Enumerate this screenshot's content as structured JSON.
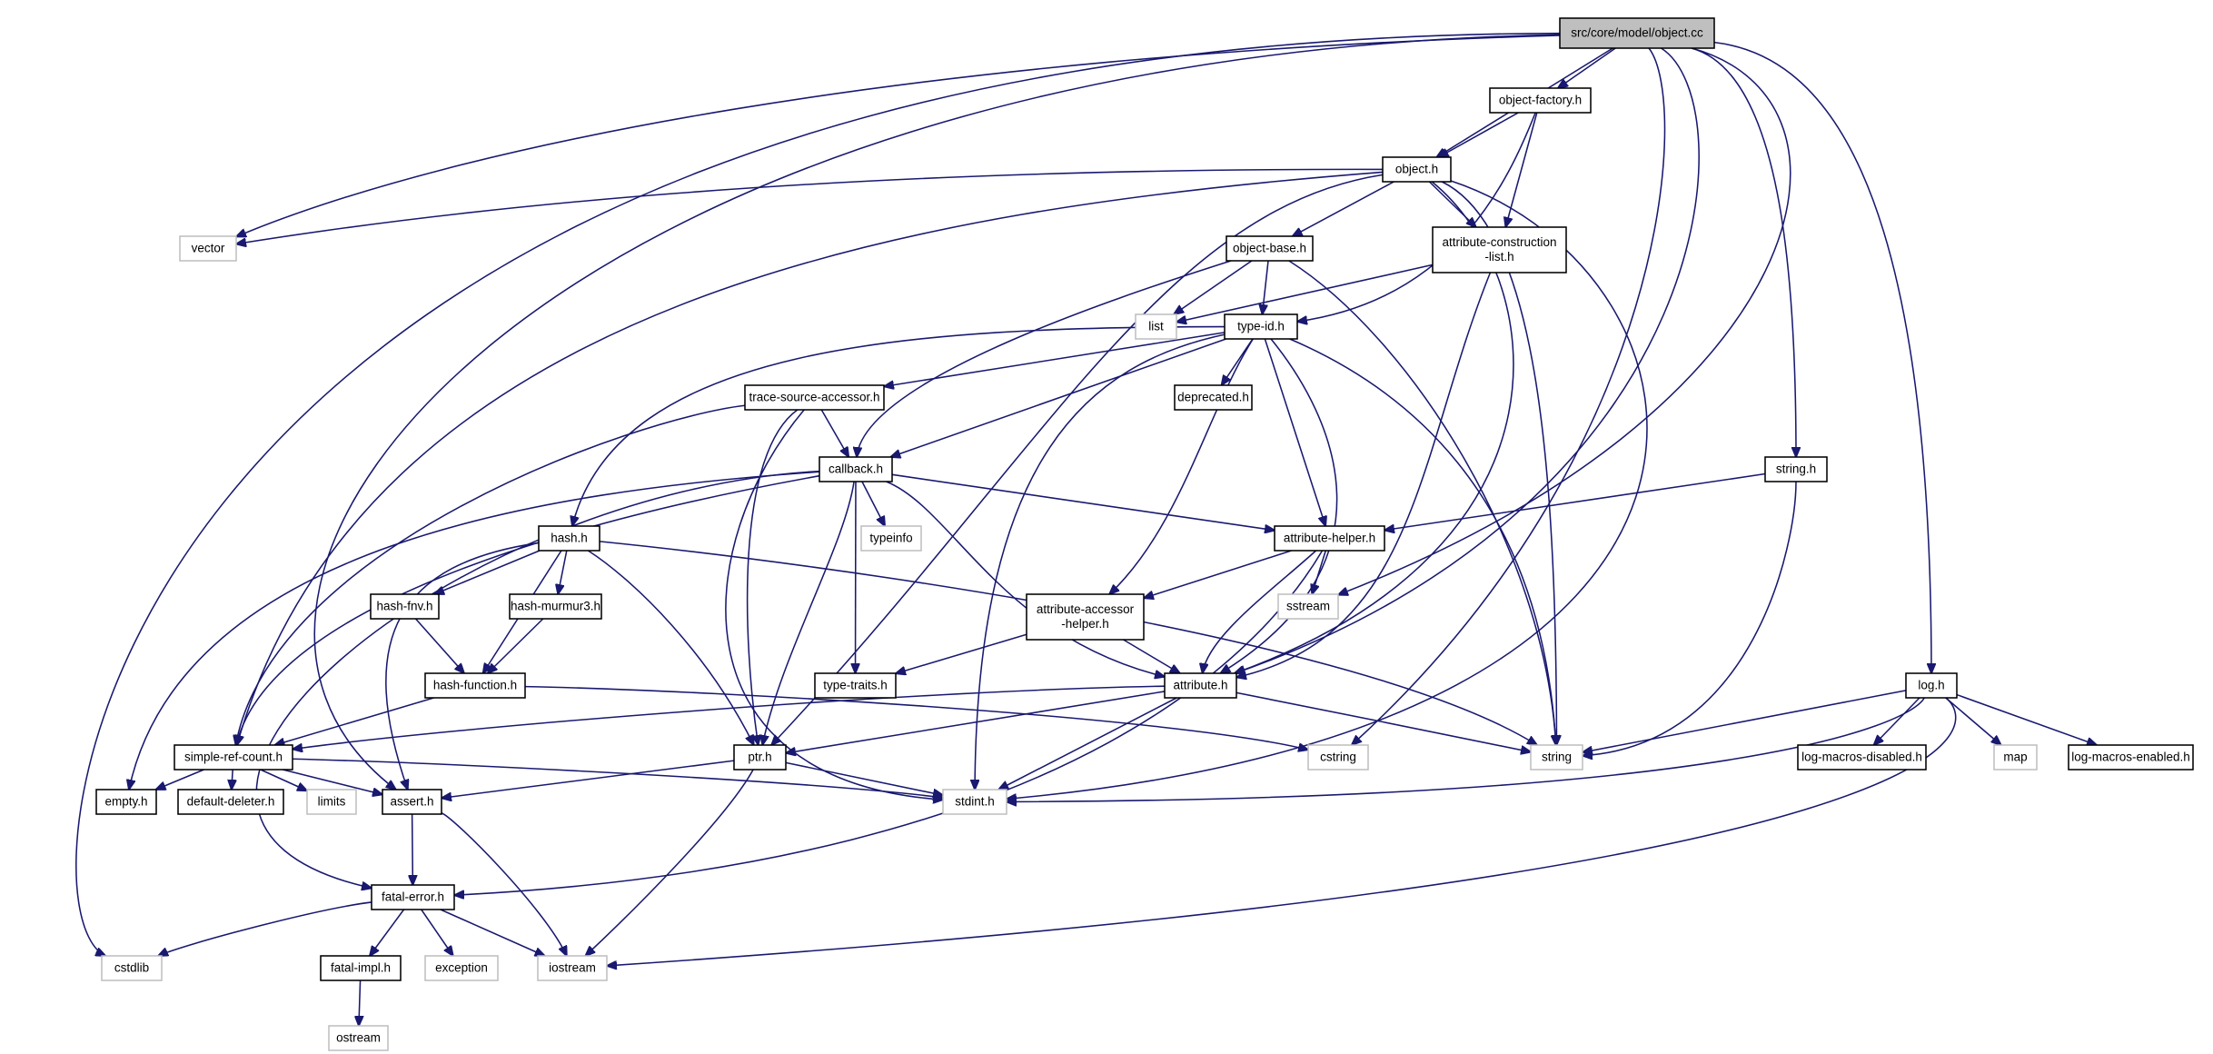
{
  "colors": {
    "edge": "#191970",
    "node_border": "#000000",
    "system_border": "#bfbfbf",
    "focus_fill": "#bfbfbf",
    "node_fill": "#ffffff",
    "text": "#000000"
  },
  "nodes": [
    {
      "id": "object_cc",
      "label": "src/core/model/object.cc",
      "kind": "focus"
    },
    {
      "id": "object_factory_h",
      "label": "object-factory.h",
      "kind": "header"
    },
    {
      "id": "object_h",
      "label": "object.h",
      "kind": "header"
    },
    {
      "id": "vector",
      "label": "vector",
      "kind": "system"
    },
    {
      "id": "object_base_h",
      "label": "object-base.h",
      "kind": "header"
    },
    {
      "id": "attribute_construction_list_h",
      "label": [
        "attribute-construction",
        "-list.h"
      ],
      "kind": "header"
    },
    {
      "id": "list",
      "label": "list",
      "kind": "system"
    },
    {
      "id": "type_id_h",
      "label": "type-id.h",
      "kind": "header"
    },
    {
      "id": "trace_source_accessor_h",
      "label": "trace-source-accessor.h",
      "kind": "header"
    },
    {
      "id": "deprecated_h",
      "label": "deprecated.h",
      "kind": "header"
    },
    {
      "id": "callback_h",
      "label": "callback.h",
      "kind": "header"
    },
    {
      "id": "string_h",
      "label": "string.h",
      "kind": "header"
    },
    {
      "id": "typeinfo",
      "label": "typeinfo",
      "kind": "system"
    },
    {
      "id": "hash_h",
      "label": "hash.h",
      "kind": "header"
    },
    {
      "id": "attribute_helper_h",
      "label": "attribute-helper.h",
      "kind": "header"
    },
    {
      "id": "hash_fnv_h",
      "label": "hash-fnv.h",
      "kind": "header"
    },
    {
      "id": "hash_murmur3_h",
      "label": "hash-murmur3.h",
      "kind": "header"
    },
    {
      "id": "sstream",
      "label": "sstream",
      "kind": "system"
    },
    {
      "id": "attribute_accessor_helper_h",
      "label": [
        "attribute-accessor",
        "-helper.h"
      ],
      "kind": "header"
    },
    {
      "id": "hash_function_h",
      "label": "hash-function.h",
      "kind": "header"
    },
    {
      "id": "type_traits_h",
      "label": "type-traits.h",
      "kind": "header"
    },
    {
      "id": "attribute_h",
      "label": "attribute.h",
      "kind": "header"
    },
    {
      "id": "log_h",
      "label": "log.h",
      "kind": "header"
    },
    {
      "id": "simple_ref_count_h",
      "label": "simple-ref-count.h",
      "kind": "header"
    },
    {
      "id": "ptr_h",
      "label": "ptr.h",
      "kind": "header"
    },
    {
      "id": "cstring",
      "label": "cstring",
      "kind": "system"
    },
    {
      "id": "string",
      "label": "string",
      "kind": "system"
    },
    {
      "id": "log_macros_disabled_h",
      "label": "log-macros-disabled.h",
      "kind": "header"
    },
    {
      "id": "map",
      "label": "map",
      "kind": "system"
    },
    {
      "id": "log_macros_enabled_h",
      "label": "log-macros-enabled.h",
      "kind": "header"
    },
    {
      "id": "empty_h",
      "label": "empty.h",
      "kind": "header"
    },
    {
      "id": "default_deleter_h",
      "label": "default-deleter.h",
      "kind": "header"
    },
    {
      "id": "limits",
      "label": "limits",
      "kind": "system"
    },
    {
      "id": "assert_h",
      "label": "assert.h",
      "kind": "header"
    },
    {
      "id": "stdint_h",
      "label": "stdint.h",
      "kind": "system"
    },
    {
      "id": "fatal_error_h",
      "label": "fatal-error.h",
      "kind": "header"
    },
    {
      "id": "cstdlib",
      "label": "cstdlib",
      "kind": "system"
    },
    {
      "id": "fatal_impl_h",
      "label": "fatal-impl.h",
      "kind": "header"
    },
    {
      "id": "exception",
      "label": "exception",
      "kind": "system"
    },
    {
      "id": "iostream",
      "label": "iostream",
      "kind": "system"
    },
    {
      "id": "ostream",
      "label": "ostream",
      "kind": "system"
    }
  ],
  "edges": [
    [
      "object_cc",
      "object_factory_h"
    ],
    [
      "object_cc",
      "object_h"
    ],
    [
      "object_cc",
      "vector"
    ],
    [
      "object_cc",
      "cstdlib"
    ],
    [
      "object_cc",
      "assert_h"
    ],
    [
      "object_cc",
      "string_h"
    ],
    [
      "object_cc",
      "log_h"
    ],
    [
      "object_cc",
      "cstring"
    ],
    [
      "object_cc",
      "sstream"
    ],
    [
      "object_cc",
      "attribute_h"
    ],
    [
      "object_factory_h",
      "object_h"
    ],
    [
      "object_factory_h",
      "attribute_construction_list_h"
    ],
    [
      "object_factory_h",
      "type_id_h"
    ],
    [
      "object_h",
      "vector"
    ],
    [
      "object_h",
      "object_base_h"
    ],
    [
      "object_h",
      "attribute_construction_list_h"
    ],
    [
      "object_h",
      "ptr_h"
    ],
    [
      "object_h",
      "simple_ref_count_h"
    ],
    [
      "object_h",
      "attribute_h"
    ],
    [
      "object_h",
      "string"
    ],
    [
      "object_h",
      "stdint_h"
    ],
    [
      "object_base_h",
      "list"
    ],
    [
      "object_base_h",
      "type_id_h"
    ],
    [
      "object_base_h",
      "callback_h"
    ],
    [
      "object_base_h",
      "string"
    ],
    [
      "attribute_construction_list_h",
      "list"
    ],
    [
      "attribute_construction_list_h",
      "attribute_h"
    ],
    [
      "type_id_h",
      "trace_source_accessor_h"
    ],
    [
      "type_id_h",
      "deprecated_h"
    ],
    [
      "type_id_h",
      "callback_h"
    ],
    [
      "type_id_h",
      "hash_h"
    ],
    [
      "type_id_h",
      "attribute_helper_h"
    ],
    [
      "type_id_h",
      "attribute_accessor_helper_h"
    ],
    [
      "type_id_h",
      "attribute_h"
    ],
    [
      "type_id_h",
      "string"
    ],
    [
      "type_id_h",
      "stdint_h"
    ],
    [
      "trace_source_accessor_h",
      "callback_h"
    ],
    [
      "trace_source_accessor_h",
      "simple_ref_count_h"
    ],
    [
      "trace_source_accessor_h",
      "ptr_h"
    ],
    [
      "trace_source_accessor_h",
      "stdint_h"
    ],
    [
      "callback_h",
      "typeinfo"
    ],
    [
      "callback_h",
      "attribute_helper_h"
    ],
    [
      "callback_h",
      "type_traits_h"
    ],
    [
      "callback_h",
      "attribute_h"
    ],
    [
      "callback_h",
      "ptr_h"
    ],
    [
      "callback_h",
      "simple_ref_count_h"
    ],
    [
      "callback_h",
      "empty_h"
    ],
    [
      "callback_h",
      "fatal_error_h"
    ],
    [
      "string_h",
      "attribute_helper_h"
    ],
    [
      "string_h",
      "string"
    ],
    [
      "hash_h",
      "hash_fnv_h"
    ],
    [
      "hash_h",
      "hash_murmur3_h"
    ],
    [
      "hash_h",
      "hash_function_h"
    ],
    [
      "hash_h",
      "ptr_h"
    ],
    [
      "hash_h",
      "assert_h"
    ],
    [
      "hash_h",
      "string"
    ],
    [
      "hash_fnv_h",
      "hash_function_h"
    ],
    [
      "hash_murmur3_h",
      "hash_function_h"
    ],
    [
      "hash_function_h",
      "simple_ref_count_h"
    ],
    [
      "hash_function_h",
      "cstring"
    ],
    [
      "attribute_helper_h",
      "attribute_accessor_helper_h"
    ],
    [
      "attribute_helper_h",
      "sstream"
    ],
    [
      "attribute_helper_h",
      "attribute_h"
    ],
    [
      "attribute_helper_h",
      "fatal_error_h"
    ],
    [
      "attribute_accessor_helper_h",
      "type_traits_h"
    ],
    [
      "attribute_accessor_helper_h",
      "attribute_h"
    ],
    [
      "attribute_h",
      "simple_ref_count_h"
    ],
    [
      "attribute_h",
      "ptr_h"
    ],
    [
      "attribute_h",
      "string"
    ],
    [
      "attribute_h",
      "stdint_h"
    ],
    [
      "log_h",
      "string"
    ],
    [
      "log_h",
      "log_macros_disabled_h"
    ],
    [
      "log_h",
      "map"
    ],
    [
      "log_h",
      "log_macros_enabled_h"
    ],
    [
      "log_h",
      "stdint_h"
    ],
    [
      "log_h",
      "iostream"
    ],
    [
      "simple_ref_count_h",
      "empty_h"
    ],
    [
      "simple_ref_count_h",
      "default_deleter_h"
    ],
    [
      "simple_ref_count_h",
      "limits"
    ],
    [
      "simple_ref_count_h",
      "assert_h"
    ],
    [
      "simple_ref_count_h",
      "stdint_h"
    ],
    [
      "ptr_h",
      "assert_h"
    ],
    [
      "ptr_h",
      "stdint_h"
    ],
    [
      "ptr_h",
      "iostream"
    ],
    [
      "assert_h",
      "fatal_error_h"
    ],
    [
      "assert_h",
      "iostream"
    ],
    [
      "fatal_error_h",
      "cstdlib"
    ],
    [
      "fatal_error_h",
      "fatal_impl_h"
    ],
    [
      "fatal_error_h",
      "exception"
    ],
    [
      "fatal_error_h",
      "iostream"
    ],
    [
      "fatal_impl_h",
      "ostream"
    ]
  ]
}
